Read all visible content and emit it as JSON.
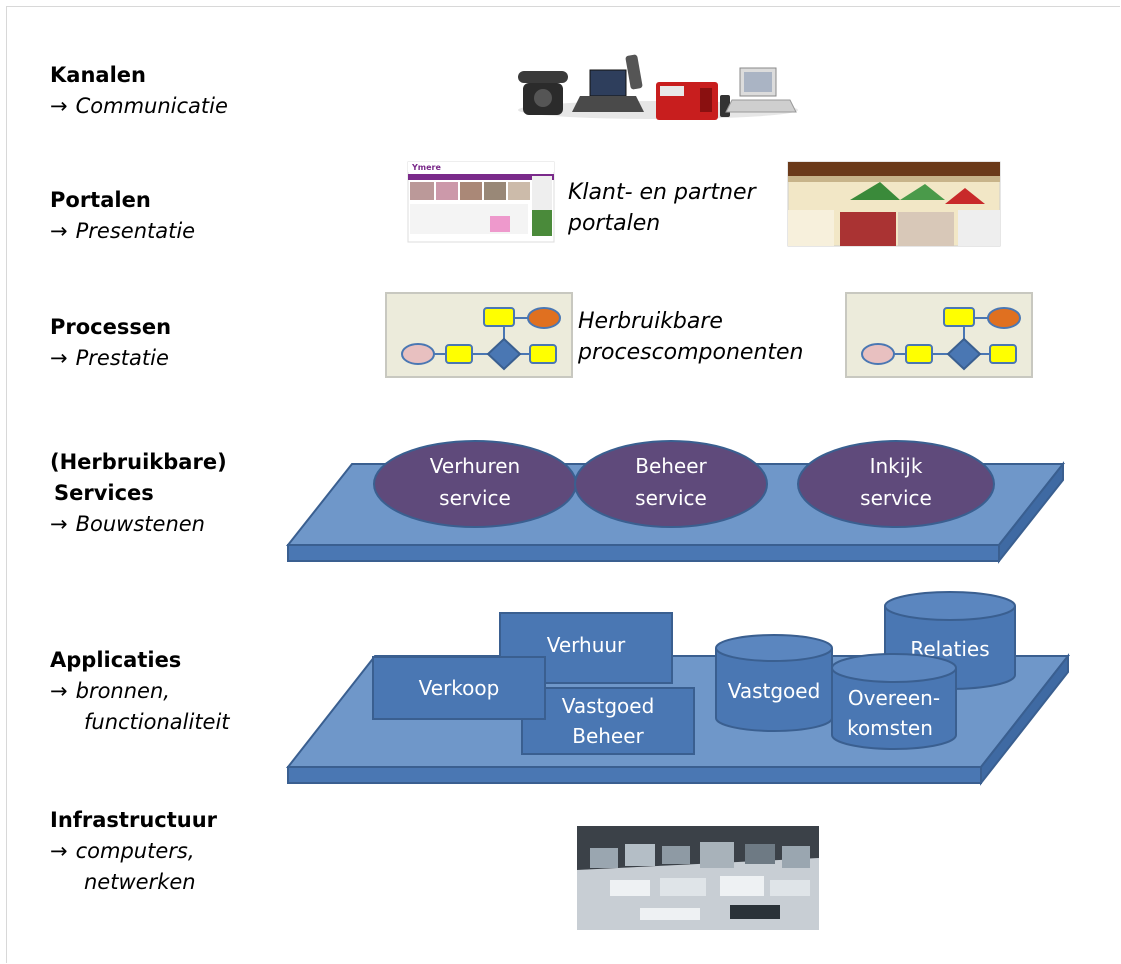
{
  "layers": [
    {
      "title": "Kanalen",
      "arrow": "→",
      "desc": "Communicatie"
    },
    {
      "title": "Portalen",
      "arrow": "→",
      "desc": "Presentatie"
    },
    {
      "title": "Processen",
      "arrow": "→",
      "desc": "Prestatie"
    },
    {
      "title": "(Herbruikbare)",
      "title2": "Services",
      "arrow": "→",
      "desc": "Bouwstenen"
    },
    {
      "title": "Applicaties",
      "arrow": "→",
      "desc": "bronnen,",
      "desc2": "functionaliteit"
    },
    {
      "title": "Infrastructuur",
      "arrow": "→",
      "desc": "computers,",
      "desc2": "netwerken"
    }
  ],
  "captions": {
    "portals_line1": "Klant- en partner",
    "portals_line2": "portalen",
    "process_line1": "Herbruikbare",
    "process_line2": "procescomponenten"
  },
  "portal_logo": "Ymere",
  "services": [
    {
      "line1": "Verhuren",
      "line2": "service"
    },
    {
      "line1": "Beheer",
      "line2": "service"
    },
    {
      "line1": "Inkijk",
      "line2": "service"
    }
  ],
  "applications": {
    "verkoop": "Verkoop",
    "verhuur": "Verhuur",
    "vastgoed_beheer_1": "Vastgoed",
    "vastgoed_beheer_2": "Beheer",
    "db_vastgoed": "Vastgoed",
    "db_relaties": "Relaties",
    "db_overeenkomsten_1": "Overeen-",
    "db_overeenkomsten_2": "komsten"
  },
  "colors": {
    "platform_top": "#6f97c9",
    "platform_side": "#4a77b3",
    "platform_stroke": "#3a5f90",
    "service_fill": "#5f4a7b",
    "process_rect": "#ffff00",
    "process_diamond": "#4a77b3",
    "process_orange": "#e07020",
    "process_pink": "#e8c0c0"
  }
}
